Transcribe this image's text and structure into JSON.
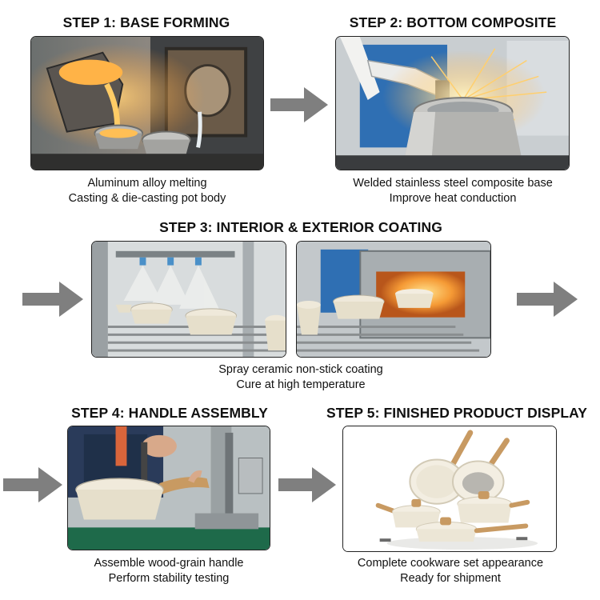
{
  "steps": [
    {
      "title": "STEP 1: BASE FORMING",
      "caption": [
        "Aluminum alloy melting",
        "Casting & die-casting pot body"
      ],
      "photo": "molten-aluminum-casting-photo"
    },
    {
      "title": "STEP 2: BOTTOM COMPOSITE",
      "caption": [
        "Welded stainless steel composite base",
        "Improve heat conduction"
      ],
      "photo": "robotic-welding-photo"
    },
    {
      "title": "STEP 3: INTERIOR & EXTERIOR COATING",
      "caption": [
        "Spray ceramic non-stick coating",
        "Cure at high temperature"
      ],
      "photos": [
        "spray-coating-photo",
        "curing-oven-photo"
      ]
    },
    {
      "title": "STEP 4: HANDLE ASSEMBLY",
      "caption": [
        "Assemble wood-grain handle",
        "Perform stability testing"
      ],
      "photo": "handle-assembly-photo"
    },
    {
      "title": "STEP 5: FINISHED PRODUCT DISPLAY",
      "caption": [
        "Complete cookware set appearance",
        "Ready for shipment"
      ],
      "photo": "cookware-set-photo"
    }
  ],
  "colors": {
    "arrow": "#7f7f7f",
    "frame": "#222222",
    "cream": "#ece6d6",
    "wood": "#c89a62",
    "molten": "#ffb347"
  }
}
